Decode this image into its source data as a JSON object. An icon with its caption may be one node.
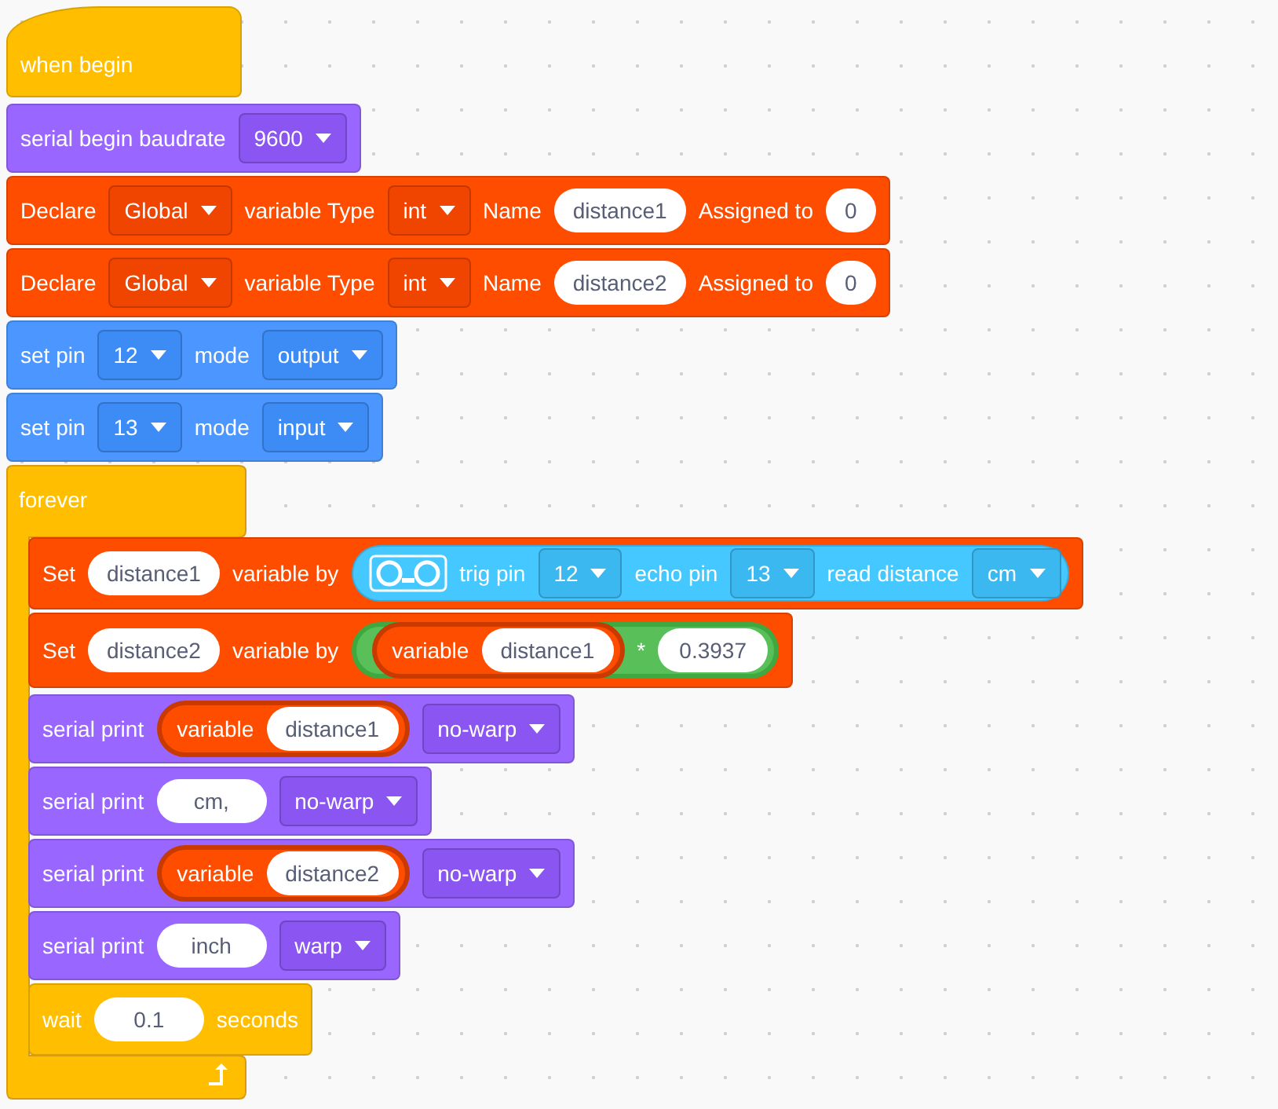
{
  "diagram": {
    "nodes": [
      {
        "text": [
          "when begin"
        ]
      },
      {
        "text": [
          "serial begin baudrate",
          "9600"
        ]
      },
      {
        "text": [
          "Declare",
          "Global",
          "variable Type",
          "int",
          "Name",
          "distance1",
          "Assigned to",
          "0"
        ]
      },
      {
        "text": [
          "Declare",
          "Global",
          "variable Type",
          "int",
          "Name",
          "distance2",
          "Assigned to",
          "0"
        ]
      },
      {
        "text": [
          "set pin",
          "12",
          "mode",
          "output"
        ]
      },
      {
        "text": [
          "set pin",
          "13",
          "mode",
          "input"
        ]
      },
      {
        "text": [
          "forever"
        ]
      },
      {
        "text": [
          "Set",
          "distance1",
          "variable by"
        ]
      },
      {
        "text": [
          "trig pin",
          "12",
          "echo pin",
          "13",
          "read distance",
          "cm"
        ],
        "in": 7
      },
      {
        "text": [
          "Set",
          "distance2",
          "variable by"
        ]
      },
      {
        "text": [
          "*",
          "0.3937"
        ],
        "in": 9
      },
      {
        "text": [
          "variable",
          "distance1"
        ],
        "in": 10
      },
      {
        "text": [
          "serial print",
          "no-warp"
        ]
      },
      {
        "text": [
          "variable",
          "distance1"
        ],
        "in": 12
      },
      {
        "text": [
          "serial print",
          "cm,",
          "no-warp"
        ]
      },
      {
        "text": [
          "serial print",
          "no-warp"
        ]
      },
      {
        "text": [
          "variable",
          "distance2"
        ],
        "in": 15
      },
      {
        "text": [
          "serial print",
          "inch",
          "warp"
        ]
      },
      {
        "text": [
          "wait",
          "0.1",
          "seconds"
        ]
      }
    ]
  }
}
